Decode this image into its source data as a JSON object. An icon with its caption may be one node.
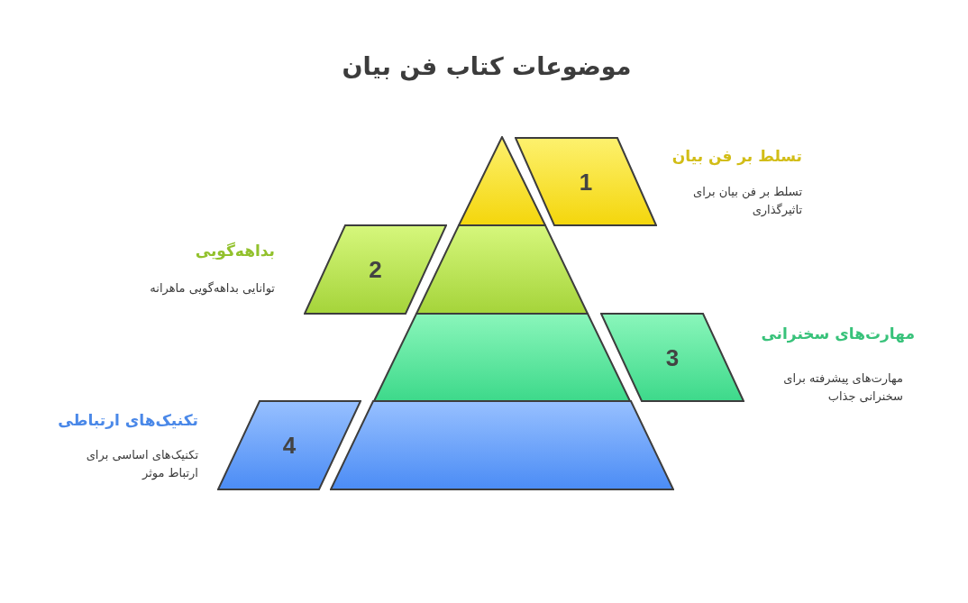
{
  "diagram": {
    "title": "موضوعات کتاب فن بیان",
    "nodes": [
      {
        "text": [],
        "shape": "triangle"
      },
      {
        "text": [
          "1"
        ],
        "beside": [
          "تسلط بر فن بیان",
          "تسلط بر فن بیان برای تاثیرگذاری"
        ]
      },
      {
        "text": [],
        "shape": "trapezoid"
      },
      {
        "text": [
          "2"
        ],
        "beside": [
          "بداهه‌گویی",
          "توانایی بداهه‌گویی ماهرانه"
        ]
      },
      {
        "text": [],
        "shape": "trapezoid"
      },
      {
        "text": [
          "3"
        ],
        "beside": [
          "مهارت‌های سخنرانی",
          "مهارت‌های پیشرفته برای سخنرانی جذاب"
        ]
      },
      {
        "text": [],
        "shape": "trapezoid"
      },
      {
        "text": [
          "4"
        ],
        "beside": [
          "تکنیک‌های ارتباطی",
          "تکنیک‌های اساسی برای ارتباط موثر"
        ]
      }
    ],
    "edges": []
  }
}
